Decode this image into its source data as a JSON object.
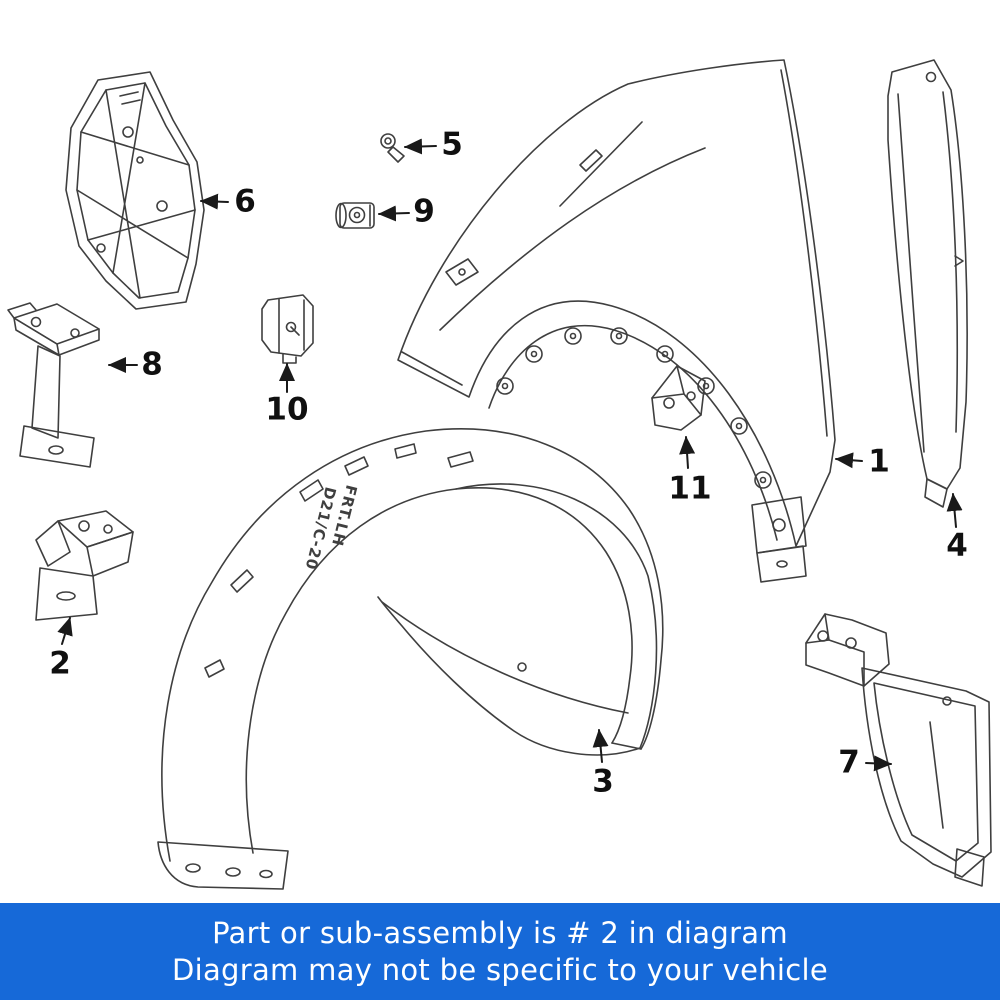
{
  "banner": {
    "line1": "Part or sub-assembly is # 2 in diagram",
    "line2": "Diagram may not be specific to your vehicle",
    "background_color": "#1669d8",
    "text_color": "#ffffff"
  },
  "diagram": {
    "inscription_line1": "D21/C-20",
    "inscription_line2": "FRT.LH",
    "line_color": "#3f3f3f",
    "callouts": [
      {
        "number": "1"
      },
      {
        "number": "2"
      },
      {
        "number": "3"
      },
      {
        "number": "4"
      },
      {
        "number": "5"
      },
      {
        "number": "6"
      },
      {
        "number": "7"
      },
      {
        "number": "8"
      },
      {
        "number": "9"
      },
      {
        "number": "10"
      },
      {
        "number": "11"
      }
    ]
  }
}
